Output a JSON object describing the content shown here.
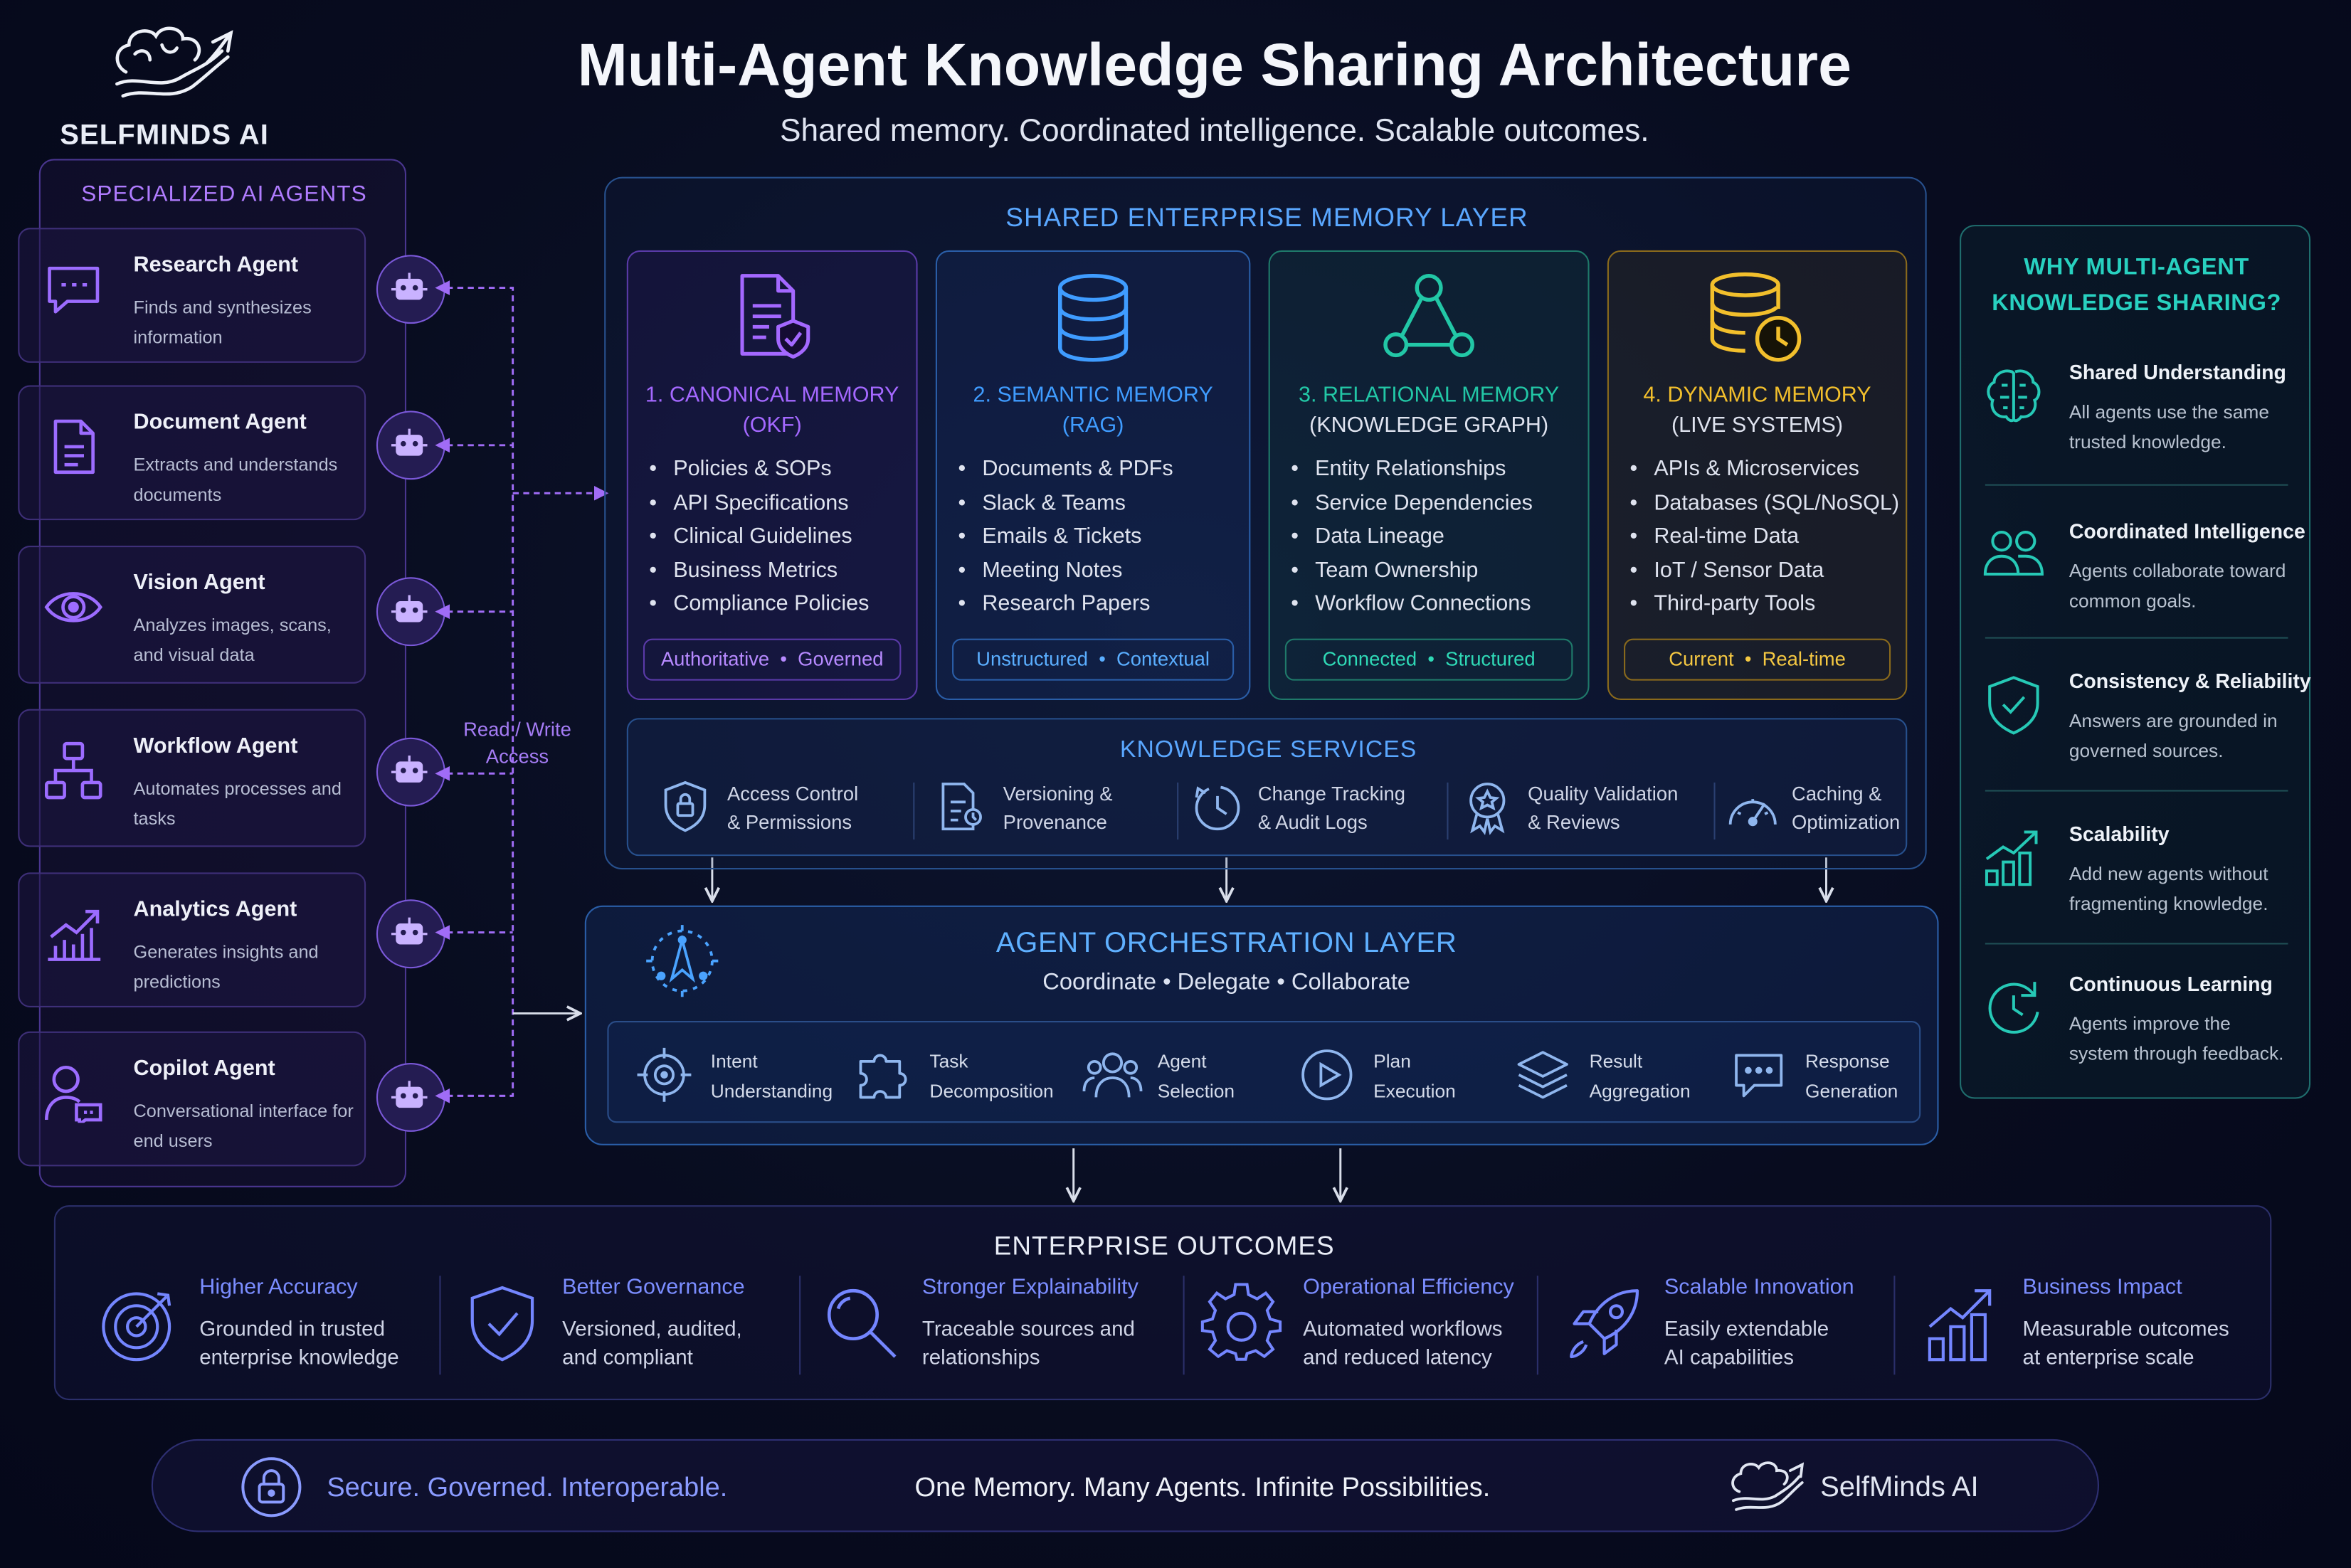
{
  "header": {
    "brand": "SELFMINDS AI",
    "title": "Multi-Agent Knowledge Sharing Architecture",
    "subtitle": "Shared memory. Coordinated intelligence. Scalable outcomes."
  },
  "agents": {
    "title": "SPECIALIZED AI AGENTS",
    "items": [
      {
        "name": "Research Agent",
        "desc": "Finds and synthesizes information",
        "icon": "chat-icon"
      },
      {
        "name": "Document Agent",
        "desc": "Extracts and understands documents",
        "icon": "document-icon"
      },
      {
        "name": "Vision Agent",
        "desc": "Analyzes images, scans, and visual data",
        "icon": "eye-icon"
      },
      {
        "name": "Workflow Agent",
        "desc": "Automates processes and tasks",
        "icon": "workflow-icon"
      },
      {
        "name": "Analytics Agent",
        "desc": "Generates insights and predictions",
        "icon": "chart-icon"
      },
      {
        "name": "Copilot Agent",
        "desc": "Conversational interface for end users",
        "icon": "user-chat-icon"
      }
    ],
    "read_write": "Read / Write Access"
  },
  "memory": {
    "title": "SHARED ENTERPRISE MEMORY LAYER",
    "cards": [
      {
        "title1": "1. CANONICAL MEMORY",
        "title2": "(OKF)",
        "items": [
          "Policies & SOPs",
          "API Specifications",
          "Clinical Guidelines",
          "Business Metrics",
          "Compliance Policies"
        ],
        "badge_a": "Authoritative",
        "badge_b": "Governed",
        "color": "#a468ff"
      },
      {
        "title1": "2. SEMANTIC MEMORY",
        "title2": "(RAG)",
        "items": [
          "Documents & PDFs",
          "Slack & Teams",
          "Emails & Tickets",
          "Meeting Notes",
          "Research Papers"
        ],
        "badge_a": "Unstructured",
        "badge_b": "Contextual",
        "color": "#3f9cff"
      },
      {
        "title1": "3. RELATIONAL MEMORY",
        "title2": "(KNOWLEDGE GRAPH)",
        "items": [
          "Entity Relationships",
          "Service Dependencies",
          "Data Lineage",
          "Team Ownership",
          "Workflow Connections"
        ],
        "badge_a": "Connected",
        "badge_b": "Structured",
        "color": "#22c7a6"
      },
      {
        "title1": "4. DYNAMIC MEMORY",
        "title2": "(LIVE SYSTEMS)",
        "items": [
          "APIs & Microservices",
          "Databases (SQL/NoSQL)",
          "Real-time Data",
          "IoT / Sensor Data",
          "Third-party Tools"
        ],
        "badge_a": "Current",
        "badge_b": "Real-time",
        "color": "#f2bf2c"
      }
    ],
    "services": {
      "title": "KNOWLEDGE SERVICES",
      "items": [
        {
          "label": "Access Control\n& Permissions",
          "icon": "shield-lock-icon"
        },
        {
          "label": "Versioning &\nProvenance",
          "icon": "versioning-icon"
        },
        {
          "label": "Change Tracking\n& Audit Logs",
          "icon": "clock-icon"
        },
        {
          "label": "Quality Validation\n& Reviews",
          "icon": "badge-icon"
        },
        {
          "label": "Caching &\nOptimization",
          "icon": "gauge-icon"
        }
      ]
    }
  },
  "orchestration": {
    "title": "AGENT ORCHESTRATION LAYER",
    "subtitle": "Coordinate • Delegate • Collaborate",
    "steps": [
      {
        "label": "Intent\nUnderstanding",
        "icon": "target-icon"
      },
      {
        "label": "Task\nDecomposition",
        "icon": "puzzle-icon"
      },
      {
        "label": "Agent\nSelection",
        "icon": "users-icon"
      },
      {
        "label": "Plan\nExecution",
        "icon": "play-icon"
      },
      {
        "label": "Result\nAggregation",
        "icon": "layers-icon"
      },
      {
        "label": "Response\nGeneration",
        "icon": "message-icon"
      }
    ]
  },
  "why": {
    "title": "WHY MULTI-AGENT KNOWLEDGE SHARING?",
    "items": [
      {
        "name": "Shared Understanding",
        "desc": "All agents use the same trusted knowledge.",
        "icon": "brain-icon"
      },
      {
        "name": "Coordinated Intelligence",
        "desc": "Agents collaborate toward common goals.",
        "icon": "people-icon"
      },
      {
        "name": "Consistency & Reliability",
        "desc": "Answers are grounded in governed sources.",
        "icon": "shield-check-icon"
      },
      {
        "name": "Scalability",
        "desc": "Add new agents without fragmenting knowledge.",
        "icon": "growth-icon"
      },
      {
        "name": "Continuous Learning",
        "desc": "Agents improve the system through feedback.",
        "icon": "refresh-icon"
      }
    ]
  },
  "outcomes": {
    "title": "ENTERPRISE OUTCOMES",
    "items": [
      {
        "name": "Higher Accuracy",
        "desc": "Grounded in trusted\nenterprise knowledge",
        "icon": "target-icon"
      },
      {
        "name": "Better Governance",
        "desc": "Versioned, audited,\nand compliant",
        "icon": "shield-check-icon"
      },
      {
        "name": "Stronger Explainability",
        "desc": "Traceable sources and\nrelationships",
        "icon": "search-icon"
      },
      {
        "name": "Operational Efficiency",
        "desc": "Automated workflows\nand reduced latency",
        "icon": "gear-icon"
      },
      {
        "name": "Scalable Innovation",
        "desc": "Easily extendable\nAI capabilities",
        "icon": "rocket-icon"
      },
      {
        "name": "Business Impact",
        "desc": "Measurable outcomes\nat enterprise scale",
        "icon": "bar-growth-icon"
      }
    ]
  },
  "footer": {
    "left": "Secure. Governed. Interoperable.",
    "center": "One Memory. Many Agents. Infinite Possibilities.",
    "brand": "SelfMinds AI"
  }
}
